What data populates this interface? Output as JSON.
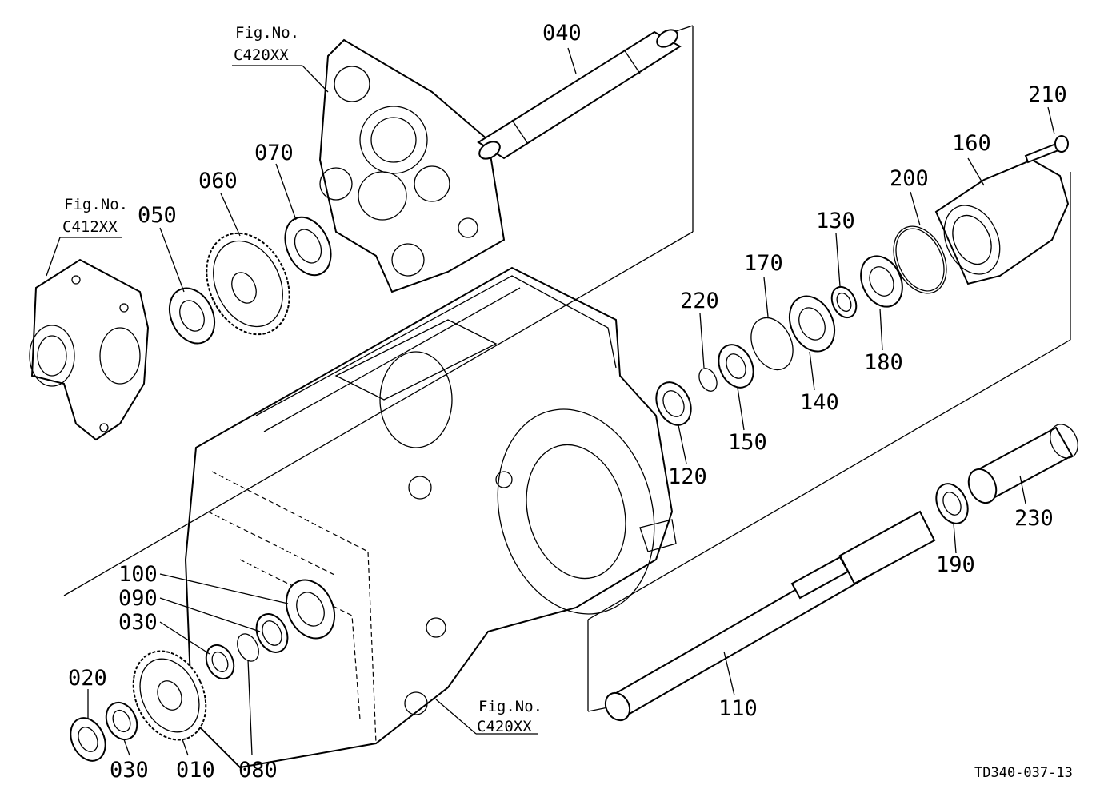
{
  "parts": {
    "p010": "010",
    "p020": "020",
    "p030a": "030",
    "p030b": "030",
    "p040": "040",
    "p050": "050",
    "p060": "060",
    "p070": "070",
    "p080": "080",
    "p090": "090",
    "p100": "100",
    "p110": "110",
    "p120": "120",
    "p130": "130",
    "p140": "140",
    "p150": "150",
    "p160": "160",
    "p170": "170",
    "p180": "180",
    "p190": "190",
    "p200": "200",
    "p210": "210",
    "p220": "220",
    "p230": "230"
  },
  "figrefs": {
    "top": {
      "label": "Fig.No.",
      "number": "C420XX"
    },
    "left": {
      "label": "Fig.No.",
      "number": "C412XX"
    },
    "bottom": {
      "label": "Fig.No.",
      "number": "C420XX"
    }
  },
  "drawing_code": "TD340-037-13"
}
